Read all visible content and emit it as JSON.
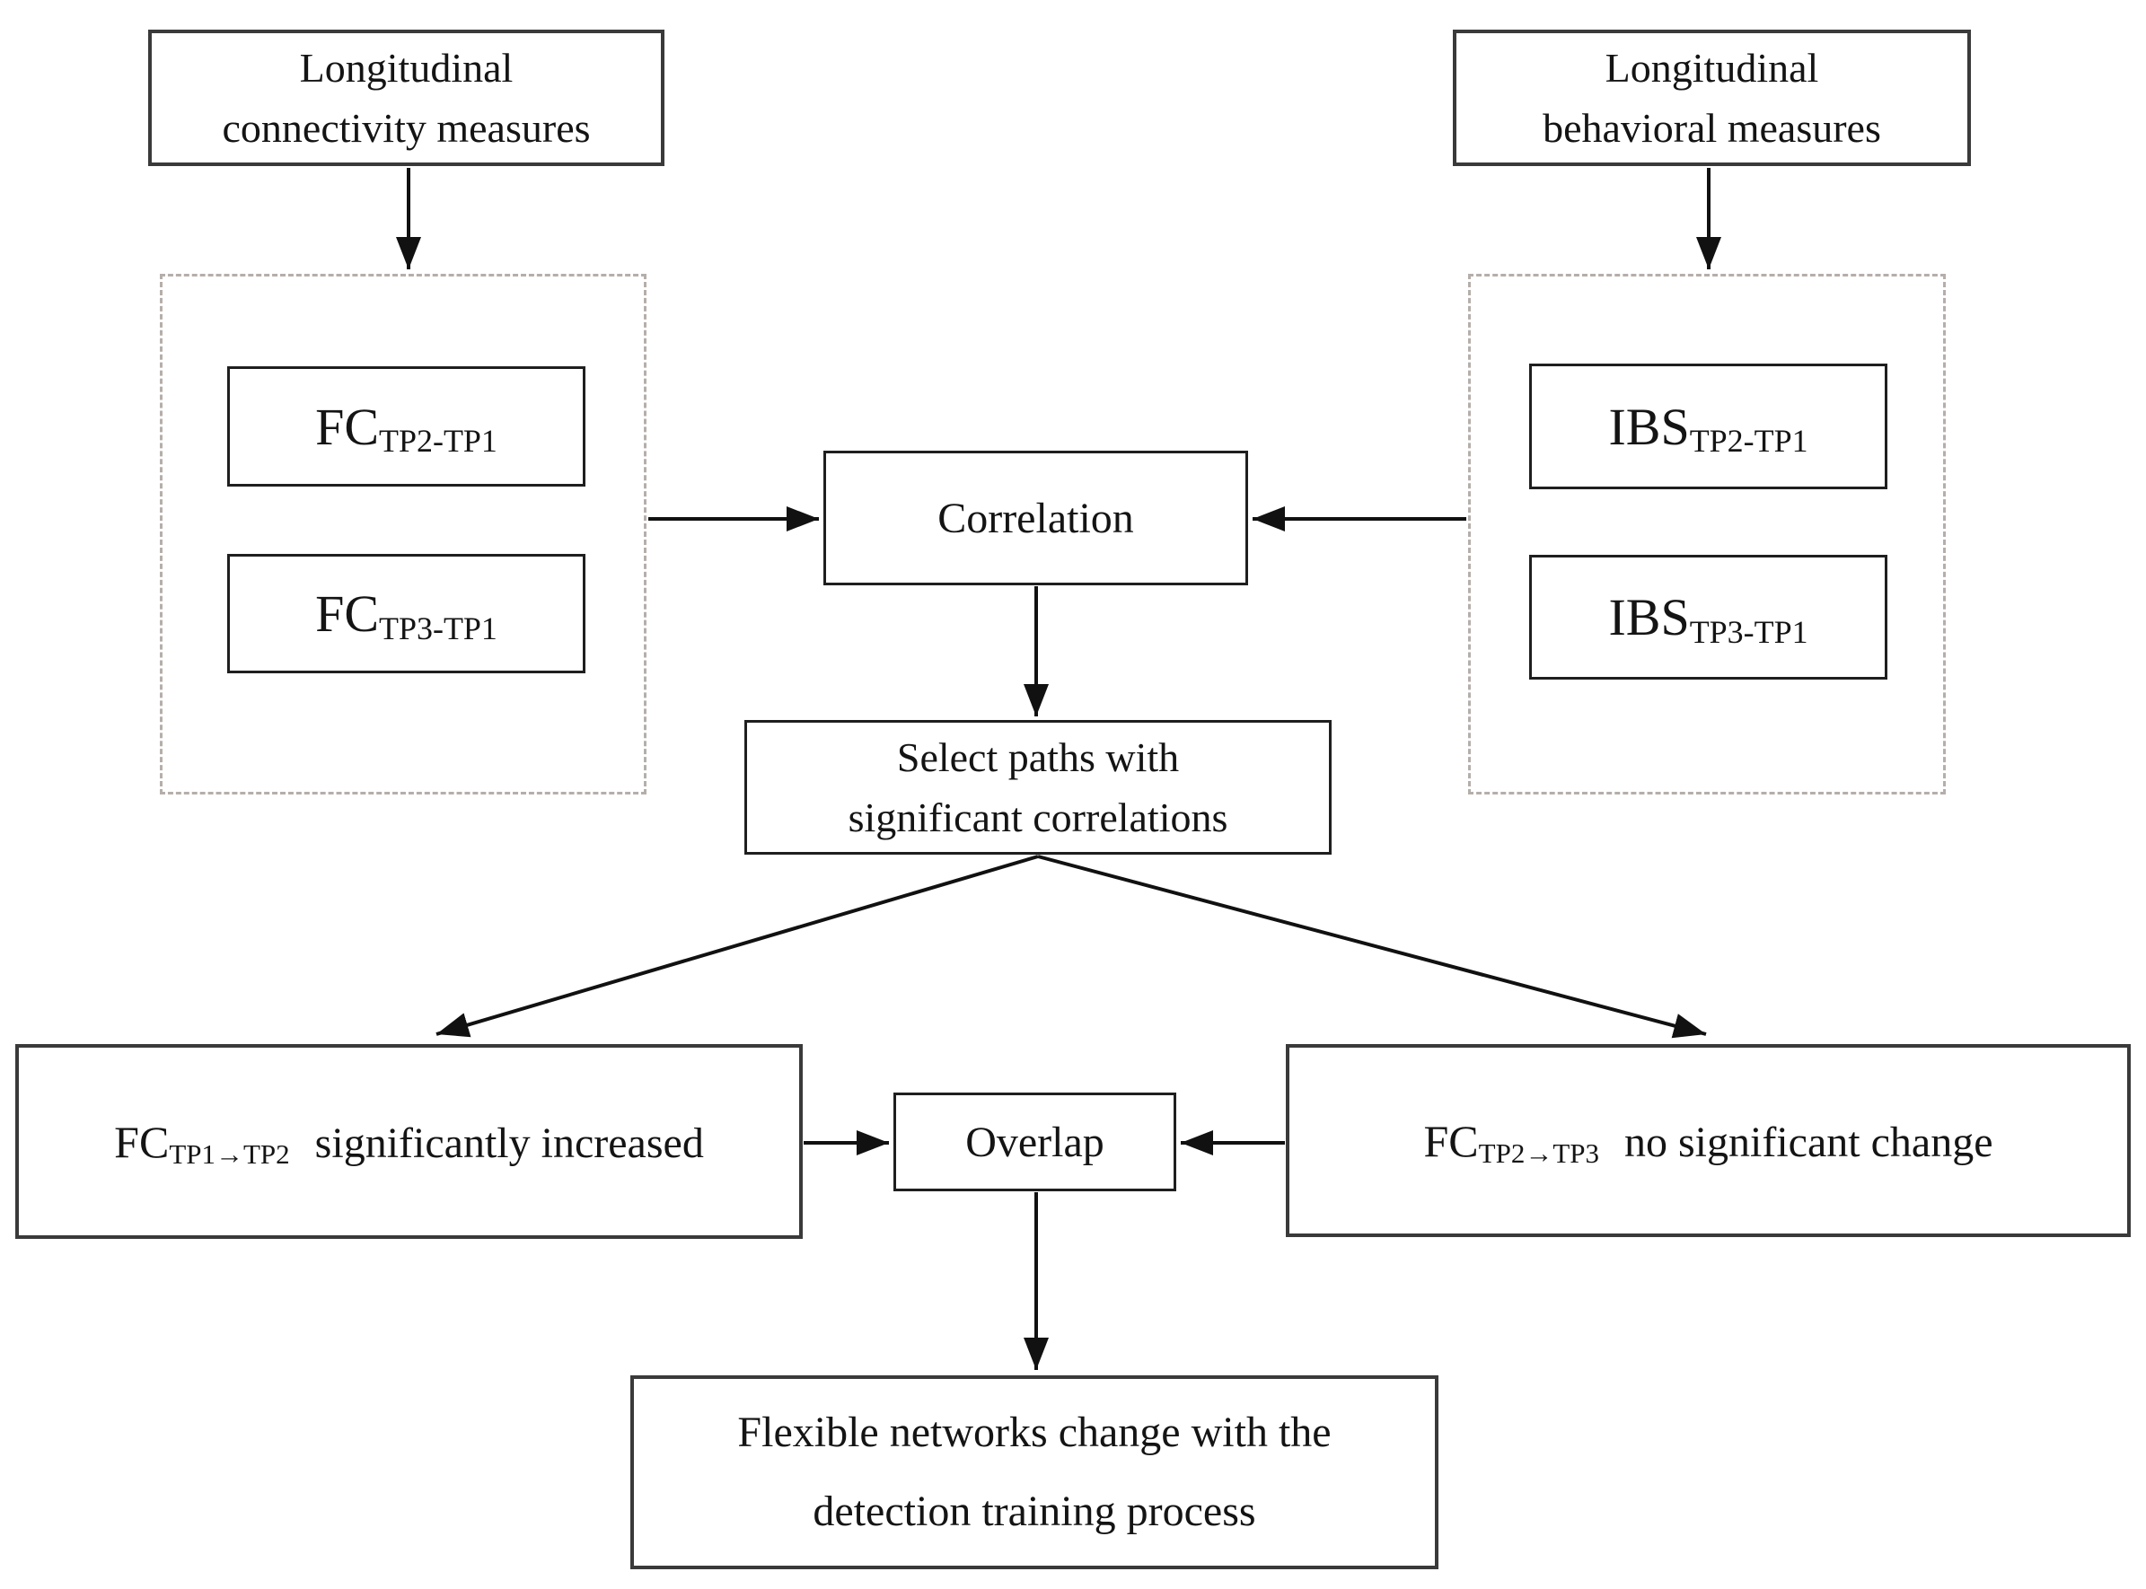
{
  "colors": {
    "background": "#ffffff",
    "box_border": "#3a3a3a",
    "inner_box_border": "#1f1f1f",
    "dashed_border": "#b5aeaa",
    "arrow": "#111111",
    "text": "#141414"
  },
  "nodes": {
    "longitudinal_connectivity": {
      "line1": "Longitudinal",
      "line2": "connectivity measures"
    },
    "longitudinal_behavioral": {
      "line1": "Longitudinal",
      "line2": "behavioral measures"
    },
    "fc_tp2_tp1": {
      "main": "FC",
      "sub": "TP2-TP1"
    },
    "fc_tp3_tp1": {
      "main": "FC",
      "sub": "TP3-TP1"
    },
    "ibs_tp2_tp1": {
      "main": "IBS",
      "sub": "TP2-TP1"
    },
    "ibs_tp3_tp1": {
      "main": "IBS",
      "sub": "TP3-TP1"
    },
    "correlation": {
      "label": "Correlation"
    },
    "select_paths": {
      "line1": "Select paths with",
      "line2": "significant correlations"
    },
    "fc_increased": {
      "main": "FC",
      "sub": "TP1→TP2",
      "text": "significantly increased"
    },
    "fc_no_change": {
      "main": "FC",
      "sub": "TP2→TP3",
      "text": "no significant change"
    },
    "overlap": {
      "label": "Overlap"
    },
    "flexible_networks": {
      "line1": "Flexible networks change with the",
      "line2": "detection training process"
    }
  }
}
